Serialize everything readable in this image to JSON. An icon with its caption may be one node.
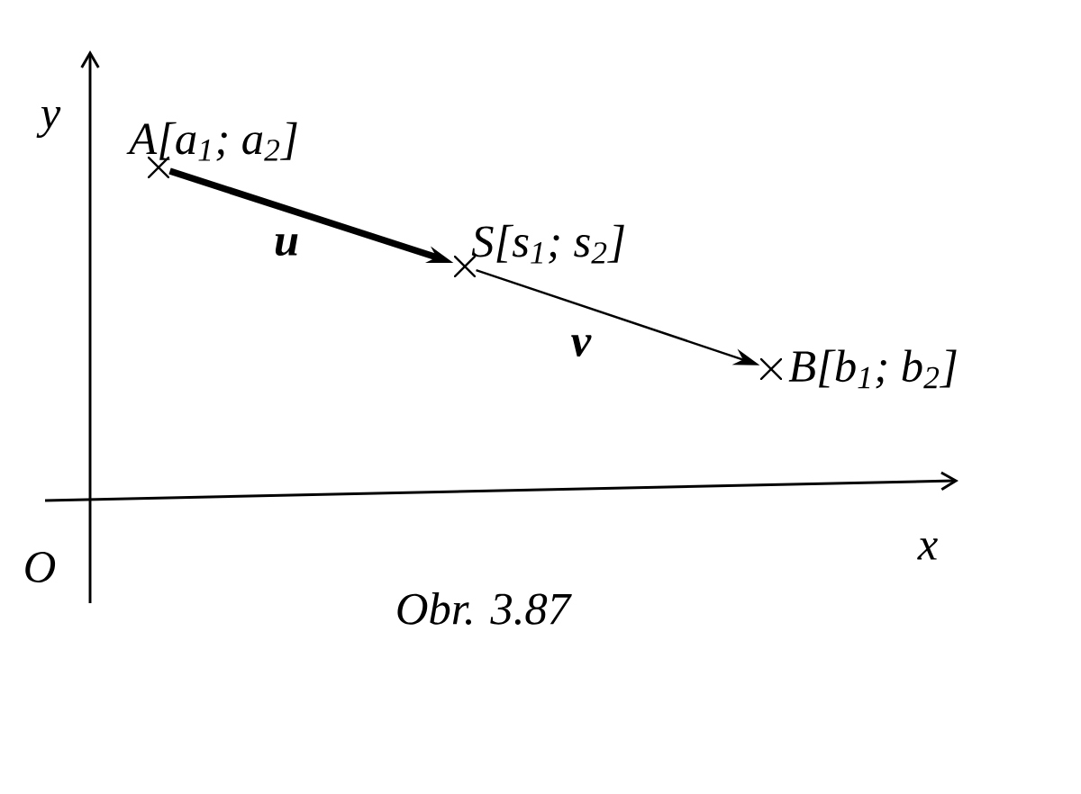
{
  "diagram": {
    "caption": "Obr. 3.87",
    "nodes": [
      {
        "text": [],
        "shape": "cross",
        "beside": [
          "A[a$_{1}$; a$_{2}$]"
        ]
      },
      {
        "text": [],
        "shape": "cross",
        "beside": [
          "S[s$_{1}$; s$_{2}$]"
        ]
      },
      {
        "text": [],
        "shape": "cross",
        "beside": [
          "B[b$_{1}$; b$_{2}$]"
        ]
      }
    ],
    "edges": [
      {
        "from": 0,
        "to": 1,
        "arrow": "to",
        "label": "u",
        "style": "thick"
      },
      {
        "from": 1,
        "to": 2,
        "arrow": "to",
        "label": "v"
      }
    ],
    "labels": [
      "y",
      "O",
      "x"
    ]
  }
}
